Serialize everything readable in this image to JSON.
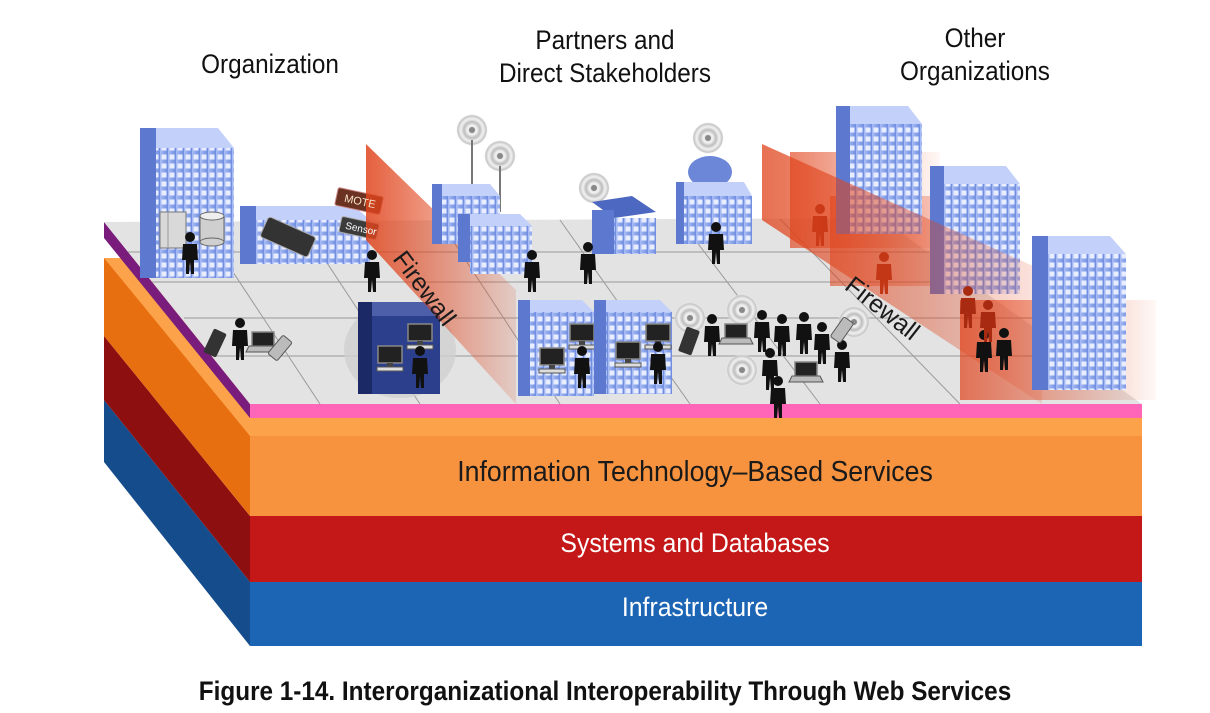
{
  "headers": {
    "organization": [
      "Organization"
    ],
    "partners": [
      "Partners and",
      "Direct Stakeholders"
    ],
    "others": [
      "Other",
      "Organizations"
    ]
  },
  "firewalls": {
    "left": "Firewall",
    "right": "Firewall"
  },
  "devices": {
    "mote": "MOTE",
    "sensor": "Sensor"
  },
  "layers": {
    "it": "Information Technology–Based Services",
    "systems": "Systems and Databases",
    "infrastructure": "Infrastructure"
  },
  "caption": "Figure 1-14. Interorganizational Interoperability Through Web Services",
  "colors": {
    "it_layer": "#f7923f",
    "systems_layer": "#c41818",
    "infrastructure_layer": "#1c64b4",
    "platform": "#e3e3e3",
    "platform_edge": "#ff66b8",
    "firewall": "#e0441c",
    "building": "#7f9ae6"
  },
  "icons": [
    "building-icon",
    "person-icon",
    "computer-icon",
    "antenna-icon",
    "laptop-icon",
    "phone-icon",
    "server-icon",
    "database-icon"
  ]
}
